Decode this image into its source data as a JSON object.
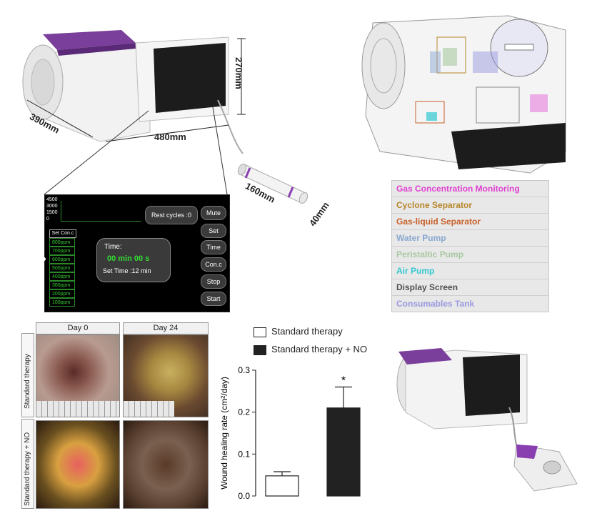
{
  "device": {
    "dims": {
      "height": "270mm",
      "depth": "390mm",
      "width": "480mm",
      "tube_length": "160mm",
      "tube_diameter": "40mm"
    }
  },
  "display": {
    "yticks": [
      "4500",
      "3000",
      "1500",
      "0"
    ],
    "rest_cycles": "Rest cycles :0",
    "set_conc_label": "Set Con.c",
    "conc_levels": [
      "800ppm",
      "700ppm",
      "600ppm",
      "500ppm",
      "400ppm",
      "300ppm",
      "200ppm",
      "100ppm"
    ],
    "time_label": "Time:",
    "time_value": "00 min 00 s",
    "set_time": "Set Time :12 min",
    "buttons": [
      "Mute",
      "Set",
      "Time",
      "Con.c",
      "Stop",
      "Start"
    ]
  },
  "components": [
    {
      "label": "Gas Concentration Monitoring",
      "color": "#e040d0"
    },
    {
      "label": "Cyclone Separator",
      "color": "#b8862a"
    },
    {
      "label": "Gas-liquid Separator",
      "color": "#c8602a"
    },
    {
      "label": "Water Pump",
      "color": "#8aa8d0"
    },
    {
      "label": "Peristaltic Pump",
      "color": "#a8c8a0"
    },
    {
      "label": "Air Pump",
      "color": "#30c8d0"
    },
    {
      "label": "Display Screen",
      "color": "#505050"
    },
    {
      "label": "Consumables Tank",
      "color": "#9a9ae0"
    }
  ],
  "photos": {
    "days": [
      "Day 0",
      "Day 24"
    ],
    "groups": [
      "Standard therapy",
      "Standard therapy + NO"
    ]
  },
  "chart_data": {
    "type": "bar",
    "categories": [
      "Standard therapy",
      "Standard therapy + NO"
    ],
    "values": [
      0.048,
      0.21
    ],
    "errors": [
      0.01,
      0.05
    ],
    "colors": [
      "#ffffff",
      "#222222"
    ],
    "ylabel": "Wound healing rate (cm²/day)",
    "ylim": [
      0,
      0.3
    ],
    "yticks": [
      "0.0",
      "0.1",
      "0.2",
      "0.3"
    ],
    "annotation": "*",
    "legend": [
      "Standard therapy",
      "Standard therapy + NO"
    ],
    "legend_placement": "top"
  }
}
